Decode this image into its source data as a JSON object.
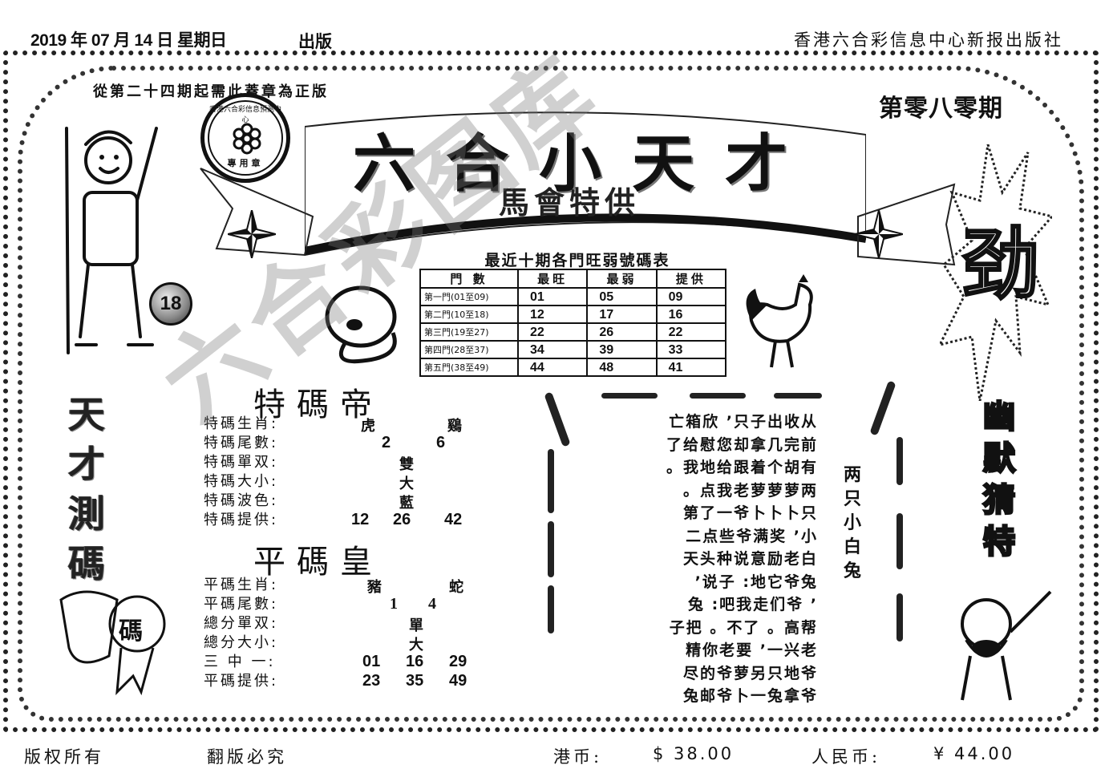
{
  "header": {
    "date": "2019 年 07 月 14 日  星期日",
    "published": "出版",
    "publisher": "香港六合彩信息中心新报出版社"
  },
  "seal_note": "從第二十四期起需此蓋章為正版",
  "seal": {
    "ring_text": "香港六合彩信息預測中心",
    "bottom_text": "專用章"
  },
  "issue": "第零八零期",
  "banner": {
    "title": "六合小天才",
    "subtitle": "馬會特供"
  },
  "ball_number": "18",
  "burst_char": "劲",
  "left_vertical_text": [
    "天",
    "才",
    "測",
    "碼"
  ],
  "left_badge": "碼",
  "right_vertical_text": [
    "幽",
    "默",
    "猜",
    "特"
  ],
  "table": {
    "title": "最近十期各門旺弱號碼表",
    "headers": [
      "門 數",
      "最旺",
      "最弱",
      "提供"
    ],
    "rows": [
      {
        "gate": "第一門(01至09)",
        "hot": "01",
        "cold": "05",
        "offer": "09"
      },
      {
        "gate": "第二門(10至18)",
        "hot": "12",
        "cold": "17",
        "offer": "16"
      },
      {
        "gate": "第三門(19至27)",
        "hot": "22",
        "cold": "26",
        "offer": "22"
      },
      {
        "gate": "第四門(28至37)",
        "hot": "34",
        "cold": "39",
        "offer": "33"
      },
      {
        "gate": "第五門(38至49)",
        "hot": "44",
        "cold": "48",
        "offer": "41"
      }
    ]
  },
  "special": {
    "title": "特碼帝",
    "rows": [
      {
        "label": "特碼生肖:",
        "values": [
          "虎",
          "鷄"
        ]
      },
      {
        "label": "特碼尾數:",
        "values": [
          "2",
          "6"
        ]
      },
      {
        "label": "特碼單双:",
        "values": [
          "雙"
        ]
      },
      {
        "label": "特碼大小:",
        "values": [
          "大"
        ]
      },
      {
        "label": "特碼波色:",
        "values": [
          "藍"
        ]
      },
      {
        "label": "特碼提供:",
        "values": [
          "12",
          "26",
          "42"
        ]
      }
    ]
  },
  "regular": {
    "title": "平碼皇",
    "rows": [
      {
        "label": "平碼生肖:",
        "values": [
          "豬",
          "蛇"
        ]
      },
      {
        "label": "平碼尾數:",
        "values": [
          "1",
          "4"
        ]
      },
      {
        "label": "總分單双:",
        "values": [
          "單"
        ]
      },
      {
        "label": "總分大小:",
        "values": [
          "大"
        ]
      },
      {
        "label": "三 中 一:",
        "values": [
          "01",
          "16",
          "29"
        ]
      },
      {
        "label": "平碼提供:",
        "values": [
          "23",
          "35",
          "49"
        ]
      }
    ]
  },
  "poem": [
    "亡箱欣 ’只子出收从",
    "了给慰您却拿几完前",
    "。我地给跟着个胡有",
    "。点我老萝萝萝两",
    "第了一爷卜卜卜只",
    "二点些爷满奖 ’小",
    "天头种说意励老白",
    "’说子 :地它爷兔",
    "兔 :吧我走们爷 ’",
    "子把 。不了 。高帮",
    "精你老要 ’一兴老",
    "尽的爷萝另只地爷",
    "兔邮爷卜一兔拿爷"
  ],
  "poem_answer": [
    "两",
    "只",
    "小",
    "白",
    "兔"
  ],
  "footer": {
    "rights": "版权所有",
    "piracy": "翻版必究",
    "hkd_label": "港币:",
    "hkd_price": "$ 38.00",
    "rmb_label": "人民币:",
    "rmb_price": "¥ 44.00"
  },
  "watermark": "六合彩图库"
}
